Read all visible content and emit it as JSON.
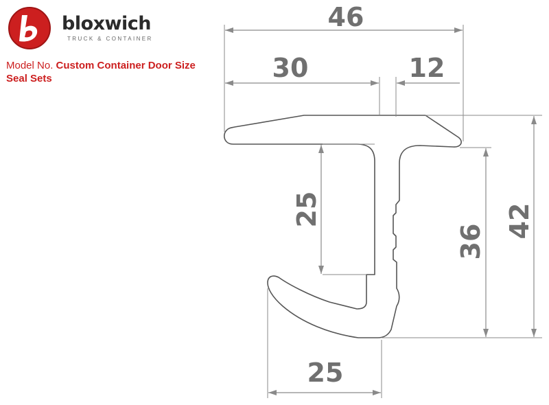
{
  "brand": {
    "name": "bloxwich",
    "tagline": "TRUCK & CONTAINER",
    "colors": {
      "badge": "#cc1f1f",
      "text": "#2b2b2b",
      "accent": "#cc1f1f"
    }
  },
  "model": {
    "label": "Model No.",
    "name": "Custom Container Door Size Seal Sets"
  },
  "dimensions": {
    "overall_width": "46",
    "left_flange": "30",
    "right_flange": "12",
    "inner_height": "25",
    "lip_height": "36",
    "overall_height": "42",
    "bottom_width": "25"
  },
  "drawing": {
    "line_color": "#555555",
    "dim_line_color": "#8a8a8a",
    "text_color": "#707070"
  }
}
